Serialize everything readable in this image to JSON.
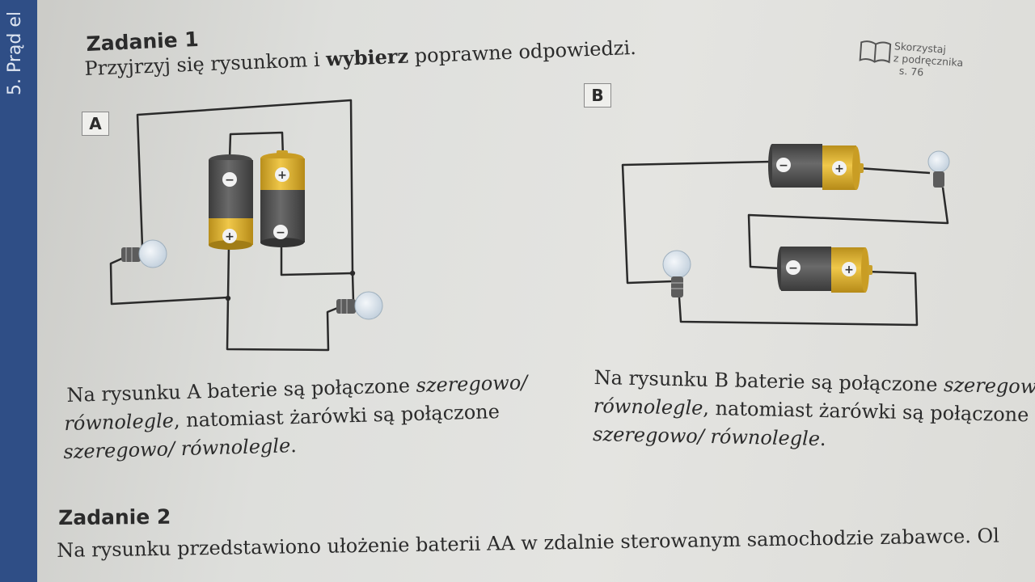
{
  "chapter_tab": "5. Prąd el",
  "task1": {
    "title": "Zadanie 1",
    "instruction_part1": "Przyjrzyj się rysunkom i ",
    "instruction_bold": "wybierz",
    "instruction_part2": " poprawne odpowiedzi.",
    "book_ref_line1": "Skorzystaj",
    "book_ref_line2": "z podręcznika",
    "book_ref_line3": "s. 76",
    "label_a": "A",
    "label_b": "B",
    "battery_minus": "−",
    "battery_plus": "+",
    "question_a": {
      "line1_text": "Na rysunku A baterie są połączone ",
      "line1_italic": "szeregowo/",
      "line2_italic": "równolegle",
      "line2_text": ", natomiast żarówki są połączone",
      "line3_italic": "szeregowo/ równolegle",
      "line3_text": "."
    },
    "question_b": {
      "line1_text": "Na rysunku B baterie są połączone ",
      "line1_italic": "szeregowo/",
      "line2_italic": "równolegle",
      "line2_text": ", natomiast żarówki są połączone",
      "line3_italic": "szeregowo/ równolegle",
      "line3_text": "."
    }
  },
  "task2": {
    "title": "Zadanie 2",
    "line1": "Na rysunku przedstawiono ułożenie baterii AA w zdalnie sterowanym samochodzie zabawce. Ol"
  },
  "colors": {
    "tab_blue": "#2f4e86",
    "battery_gray": "#5a5a5a",
    "battery_yellow": "#e3b93a",
    "wire": "#2a2a2a",
    "bulb_glass": "#dde6ee"
  }
}
